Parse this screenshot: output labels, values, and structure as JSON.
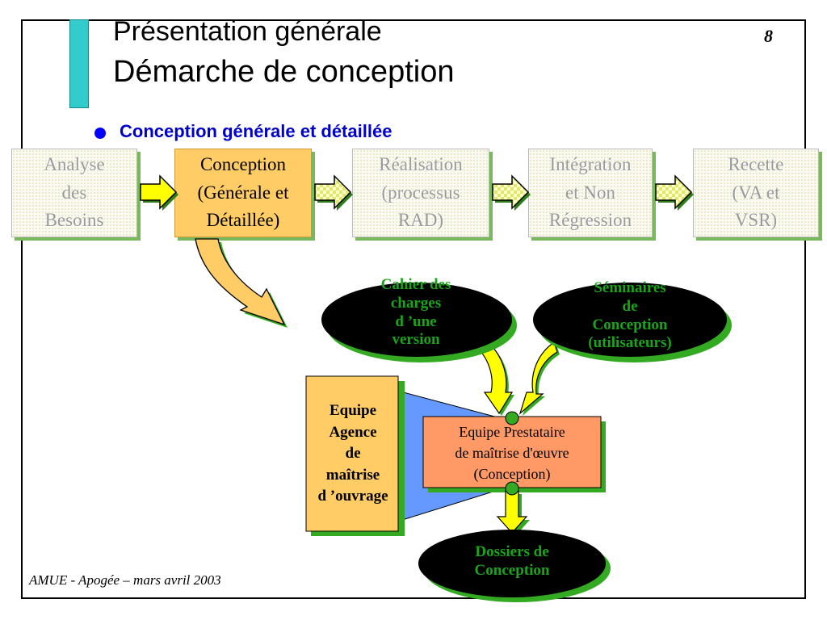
{
  "slide": {
    "title_line1": "Présentation générale",
    "title_line2": "Démarche de conception",
    "page_number": "8",
    "bullet": "Conception générale et détaillée",
    "footer": "AMUE - Apogée – mars avril 2003"
  },
  "process_steps": [
    {
      "label": "Analyse\ndes\nBesoins",
      "active": false
    },
    {
      "label": "Conception\n(Générale et\nDétaillée)",
      "active": true
    },
    {
      "label": "Réalisation\n(processus\nRAD)",
      "active": false
    },
    {
      "label": "Intégration\net Non\nRégression",
      "active": false
    },
    {
      "label": "Recette\n(VA et\nVSR)",
      "active": false
    }
  ],
  "diagram": {
    "input_cahier": "Cahier des\ncharges\nd ’une\nversion",
    "input_seminaires": "Séminaires\nde\nConception\n(utilisateurs)",
    "moa_team": "Equipe\nAgence\nde\nmaîtrise\nd ’ouvrage",
    "moe_team": "Equipe Prestataire\nde maîtrise d'œuvre\n(Conception)",
    "output": "Dossiers de\nConception"
  },
  "colors": {
    "accent_bar": "#33cccc",
    "bullet_text": "#0000cc",
    "active_step": "#ffcc66",
    "moe_box": "#ff9966",
    "moa_box": "#ffcc66",
    "ellipse_fill": "#000000",
    "ellipse_shadow": "#33aa22",
    "connector_blue": "#6699ff",
    "arrow_yellow": "#ffff00"
  }
}
